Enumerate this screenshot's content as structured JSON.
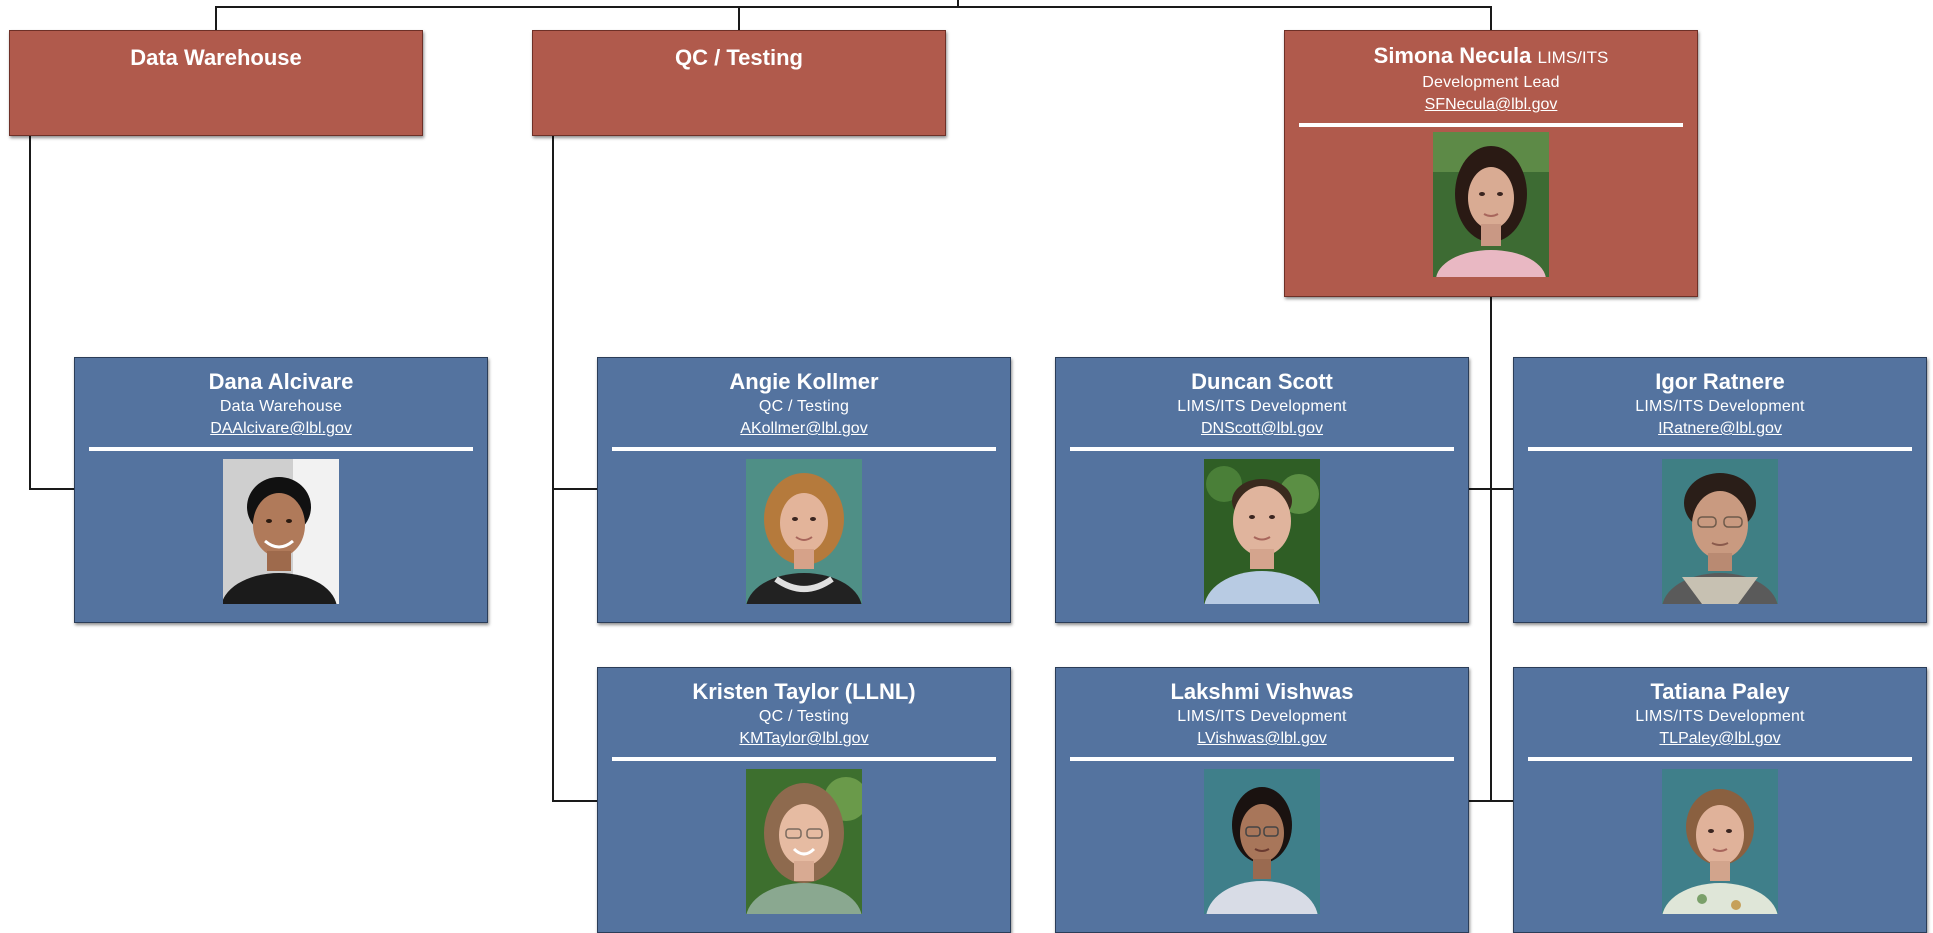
{
  "groups": {
    "data_warehouse": {
      "title": "Data Warehouse"
    },
    "qc_testing": {
      "title": "QC / Testing"
    }
  },
  "lead": {
    "name": "Simona Necula",
    "unit": "LIMS/ITS",
    "role": "Development Lead",
    "email": "SFNecula@lbl.gov",
    "photo_icon": "portrait-photo"
  },
  "people": {
    "dana": {
      "name": "Dana Alcivare",
      "role": "Data Warehouse",
      "email": "DAAlcivare@lbl.gov"
    },
    "angie": {
      "name": "Angie Kollmer",
      "role": "QC / Testing",
      "email": "AKollmer@lbl.gov"
    },
    "kristen": {
      "name": "Kristen Taylor (LLNL)",
      "role": "QC / Testing",
      "email": "KMTaylor@lbl.gov"
    },
    "duncan": {
      "name": "Duncan Scott",
      "role": "LIMS/ITS Development",
      "email": "DNScott@lbl.gov"
    },
    "lakshmi": {
      "name": "Lakshmi Vishwas",
      "role": "LIMS/ITS Development",
      "email": "LVishwas@lbl.gov"
    },
    "igor": {
      "name": "Igor Ratnere",
      "role": "LIMS/ITS Development",
      "email": "IRatnere@lbl.gov"
    },
    "tatiana": {
      "name": "Tatiana Paley",
      "role": "LIMS/ITS Development",
      "email": "TLPaley@lbl.gov"
    }
  },
  "colors": {
    "group_box": "#b05a4c",
    "member_box": "#54739f",
    "connector": "#1a1a1a"
  }
}
